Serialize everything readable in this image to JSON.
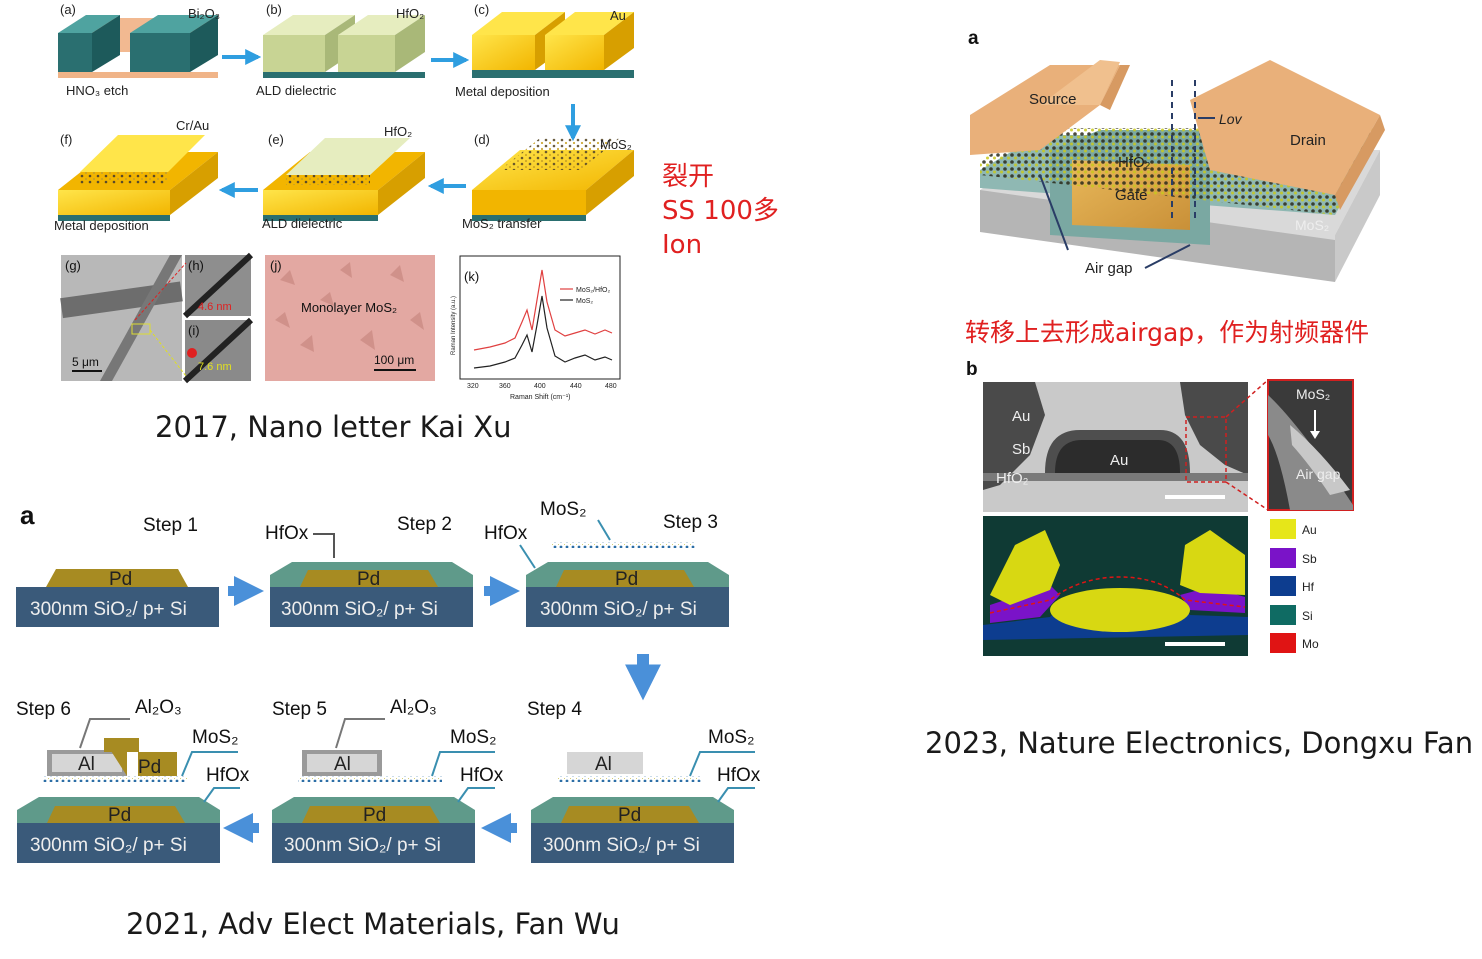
{
  "top_left": {
    "steps": [
      {
        "letter": "(a)",
        "tag": "Bi₂O₃",
        "caption": "HNO₃ etch"
      },
      {
        "letter": "(b)",
        "tag": "HfO₂",
        "caption": "ALD dielectric"
      },
      {
        "letter": "(c)",
        "tag": "Au",
        "caption": "Metal deposition"
      },
      {
        "letter": "(d)",
        "tag": "MoS₂",
        "caption": "MoS₂ transfer"
      },
      {
        "letter": "(e)",
        "tag": "HfO₂",
        "caption": "ALD dielectric"
      },
      {
        "letter": "(f)",
        "tag": "Cr/Au",
        "caption": "Metal deposition"
      }
    ],
    "images": {
      "g_label": "(g)",
      "g_scale": "5 μm",
      "h_label": "(h)",
      "h_value": "4.6 nm",
      "i_label": "(i)",
      "i_value": "7.6 nm",
      "j_label": "(j)",
      "j_text": "Monolayer MoS₂",
      "j_scale": "100 μm"
    },
    "raman": {
      "label": "(k)",
      "xlabel": "Raman Shift (cm⁻¹)",
      "ylabel": "Raman Intensity (a.u.)",
      "xticks": [
        "320",
        "360",
        "400",
        "440",
        "480"
      ],
      "legend": [
        "MoS₂/HfO₂",
        "MoS₂"
      ]
    },
    "note_lines": [
      "裂开",
      "SS 100多",
      "Ion"
    ],
    "caption": "2017, Nano letter Kai Xu"
  },
  "bottom_left": {
    "panel_letter": "a",
    "steps": [
      "Step 1",
      "Step 2",
      "Step 3",
      "Step 4",
      "Step 5",
      "Step 6"
    ],
    "labels": {
      "pd": "Pd",
      "substrate": "300nm SiO₂/ p+ Si",
      "hfox": "HfOx",
      "mos2": "MoS₂",
      "al": "Al",
      "al2o3": "Al₂O₃"
    },
    "caption": "2021, Adv Elect Materials, Fan Wu"
  },
  "right": {
    "panel_a": "a",
    "panel_b": "b",
    "device_labels": {
      "source": "Source",
      "drain": "Drain",
      "lov": "Lov",
      "hfo2": "HfO₂",
      "gate": "Gate",
      "mos2": "MoS₂",
      "air_gap": "Air gap"
    },
    "note": "转移上去形成airgap，作为射频器件",
    "tem_labels": {
      "au": "Au",
      "sb": "Sb",
      "hfo2": "HfO₂",
      "au_center": "Au",
      "zoom_mos2": "MoS₂",
      "zoom_airgap": "Air gap"
    },
    "legend": [
      {
        "name": "Au",
        "color": "#e6e619"
      },
      {
        "name": "Sb",
        "color": "#7a13c8"
      },
      {
        "name": "Hf",
        "color": "#0d3d8f"
      },
      {
        "name": "Si",
        "color": "#0f6b63"
      },
      {
        "name": "Mo",
        "color": "#e01414"
      }
    ],
    "caption": "2023, Nature Electronics, Dongxu Fan"
  }
}
